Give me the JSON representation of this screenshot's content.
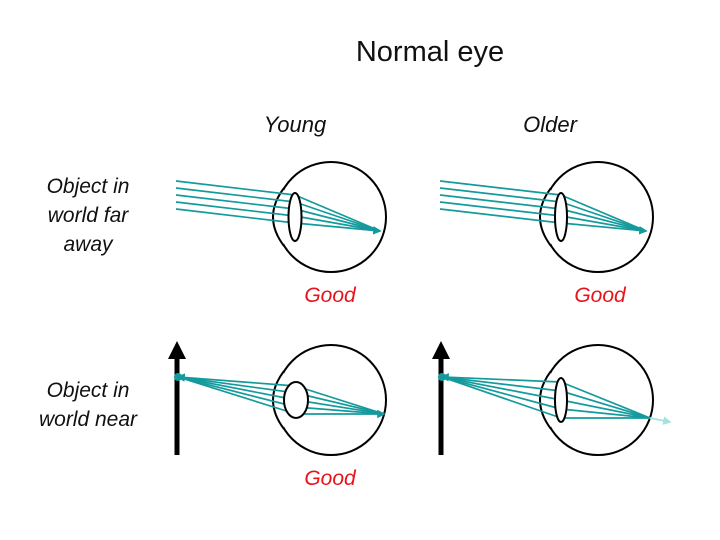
{
  "title": "Normal eye",
  "columns": {
    "young": "Young",
    "older": "Older"
  },
  "rows": {
    "far": [
      "Object in",
      "world far",
      "away"
    ],
    "near": [
      "Object in",
      "world near"
    ]
  },
  "verdicts": {
    "young_far": "Good",
    "older_far": "Good",
    "young_near": "Good"
  },
  "colors": {
    "ray": "#159a9c",
    "ray_faded": "#a6e1e1",
    "verdict": "#e8121a",
    "ink": "#000000"
  }
}
